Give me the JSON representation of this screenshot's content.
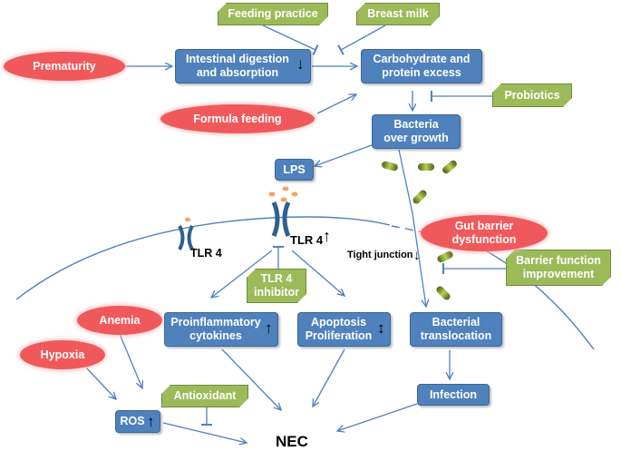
{
  "nodes": {
    "feeding_practice": "Feeding practice",
    "breast_milk": "Breast milk",
    "prematurity": "Prematurity",
    "intestinal_digestion": "Intestinal digestion\nand absorption",
    "carbohydrate_protein": "Carbohydrate and\nprotein excess",
    "formula_feeding": "Formula feeding",
    "probiotics": "Probiotics",
    "bacteria_overgrowth": "Bacteria\nover growth",
    "lps": "LPS",
    "gut_barrier": "Gut barrier\ndysfunction",
    "tlr4_left": "TLR 4",
    "tlr4_main": "TLR 4",
    "tight_junction": "Tight junction",
    "barrier_improvement": "Barrier function\nimprovement",
    "tlr4_inhibitor": "TLR 4\ninhibitor",
    "anemia": "Anemia",
    "proinflammatory": "Proinflammatory\ncytokines",
    "apoptosis": "Apoptosis\nProliferation",
    "bacterial_translocation": "Bacterial\ntranslocation",
    "hypoxia": "Hypoxia",
    "antioxidant": "Antioxidant",
    "infection": "Infection",
    "ros": "ROS",
    "nec": "NEC"
  },
  "symbols": {
    "up": "↑",
    "down": "↓",
    "updown": "↕"
  },
  "colors": {
    "process": "#4f81bd",
    "intervention": "#9bbb59",
    "risk": "#f0595c",
    "connector": "#4f81bd",
    "bacteria": "#8aa23a"
  }
}
